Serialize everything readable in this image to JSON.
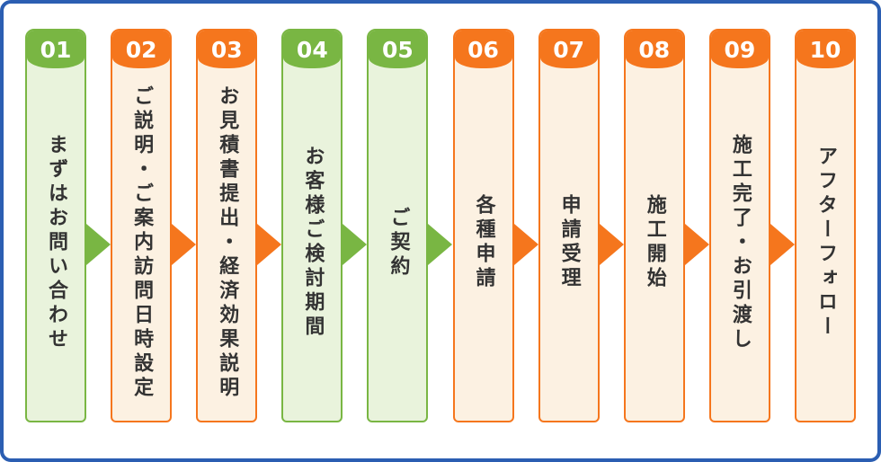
{
  "flow": {
    "steps": [
      {
        "number": "01",
        "label": "まずはお問い合わせ",
        "color": "green"
      },
      {
        "number": "02",
        "label": "ご説明・ご案内訪問日時設定",
        "color": "orange"
      },
      {
        "number": "03",
        "label": "お見積書提出・経済効果説明",
        "color": "orange"
      },
      {
        "number": "04",
        "label": "お客様ご検討期間",
        "color": "green"
      },
      {
        "number": "05",
        "label": "ご契約",
        "color": "green"
      },
      {
        "number": "06",
        "label": "各種申請",
        "color": "orange"
      },
      {
        "number": "07",
        "label": "申請受理",
        "color": "orange"
      },
      {
        "number": "08",
        "label": "施工開始",
        "color": "orange"
      },
      {
        "number": "09",
        "label": "施工完了・お引渡し",
        "color": "orange"
      },
      {
        "number": "10",
        "label": "アフターフォロー",
        "color": "orange"
      }
    ],
    "arrows": [
      "green",
      "orange",
      "orange",
      "green",
      "green",
      "orange",
      "orange",
      "orange",
      "orange"
    ]
  },
  "colors": {
    "green": "#79b643",
    "green_light": "#e9f3dc",
    "orange": "#f5761d",
    "orange_light": "#fcf1e2",
    "frame_border": "#2b5eb2",
    "text": "#333333",
    "badge_text": "#ffffff"
  }
}
